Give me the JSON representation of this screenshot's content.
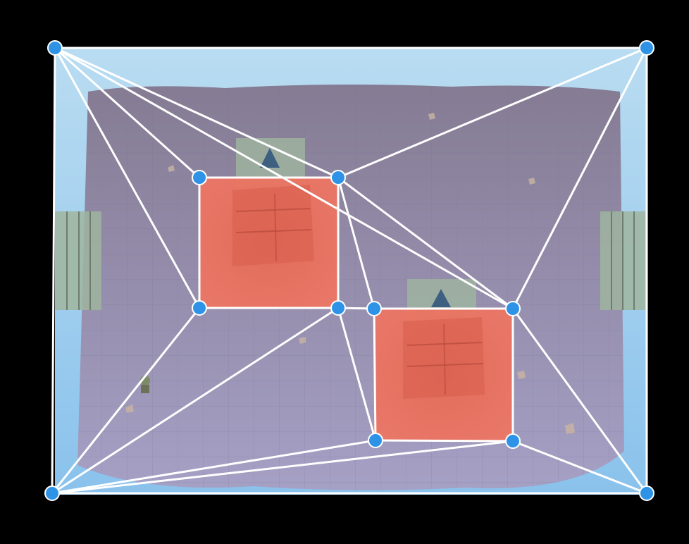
{
  "colors": {
    "background": "#000000",
    "water": "#8fc4ea",
    "floor": "#8d7f98",
    "obstacle": "#ea6e5f",
    "edge": "#ffffff",
    "vertex": "#2e93e6",
    "pillar": "#9fb59f"
  },
  "scene": {
    "description_visible_text": "",
    "vertices": [
      {
        "id": "A",
        "label": ""
      },
      {
        "id": "B",
        "label": ""
      },
      {
        "id": "C",
        "label": ""
      },
      {
        "id": "D",
        "label": ""
      },
      {
        "id": "E",
        "label": ""
      },
      {
        "id": "F",
        "label": ""
      },
      {
        "id": "G",
        "label": ""
      },
      {
        "id": "H",
        "label": ""
      },
      {
        "id": "I",
        "label": ""
      },
      {
        "id": "J",
        "label": ""
      },
      {
        "id": "K",
        "label": ""
      },
      {
        "id": "L",
        "label": ""
      },
      {
        "id": "M",
        "label": ""
      }
    ],
    "obstacles": [
      {
        "id": "obstacle-1",
        "corners": [
          "E",
          "F",
          "H",
          "G"
        ]
      },
      {
        "id": "obstacle-2",
        "corners": [
          "I",
          "J",
          "L",
          "K"
        ]
      }
    ],
    "edges": [
      [
        "A",
        "B"
      ],
      [
        "B",
        "D"
      ],
      [
        "D",
        "C"
      ],
      [
        "C",
        "A"
      ],
      [
        "E",
        "F"
      ],
      [
        "F",
        "H"
      ],
      [
        "H",
        "G"
      ],
      [
        "G",
        "E"
      ],
      [
        "I",
        "J"
      ],
      [
        "J",
        "L"
      ],
      [
        "L",
        "K"
      ],
      [
        "K",
        "I"
      ],
      [
        "A",
        "E"
      ],
      [
        "A",
        "F"
      ],
      [
        "A",
        "G"
      ],
      [
        "A",
        "J"
      ],
      [
        "B",
        "F"
      ],
      [
        "B",
        "J"
      ],
      [
        "B",
        "D"
      ],
      [
        "C",
        "G"
      ],
      [
        "C",
        "H"
      ],
      [
        "C",
        "K"
      ],
      [
        "C",
        "L"
      ],
      [
        "D",
        "J"
      ],
      [
        "D",
        "L"
      ],
      [
        "F",
        "J"
      ],
      [
        "F",
        "I"
      ],
      [
        "H",
        "I"
      ],
      [
        "H",
        "K"
      ]
    ]
  }
}
